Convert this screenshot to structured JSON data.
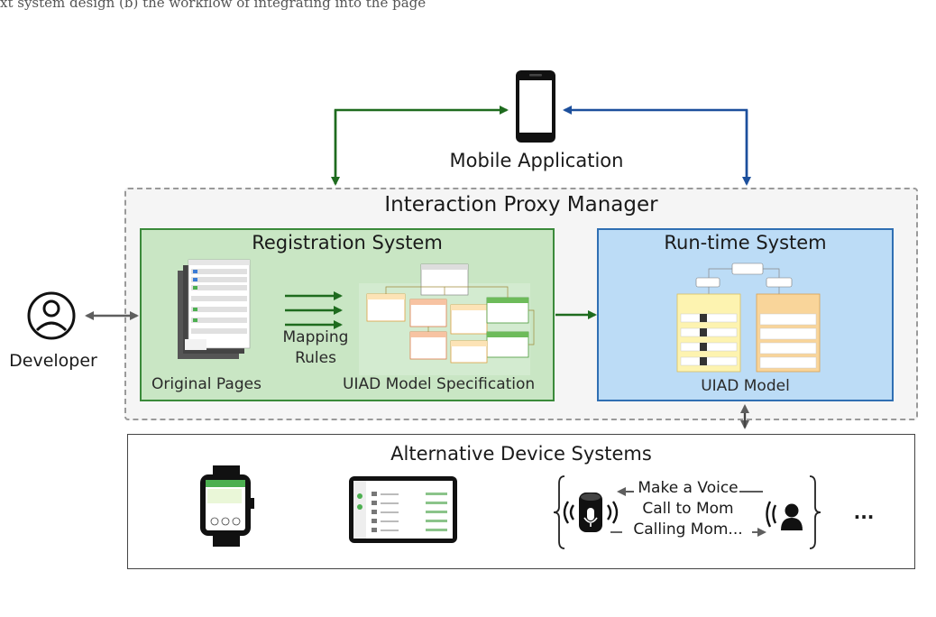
{
  "caption_fragment": "xt system design (b) the workflow of integrating into the page",
  "mobile_application": "Mobile Application",
  "interaction_proxy_manager": "Interaction Proxy Manager",
  "registration_system": {
    "title": "Registration System",
    "original_pages": "Original Pages",
    "mapping_rules_line1": "Mapping",
    "mapping_rules_line2": "Rules",
    "uiad_spec": "UIAD Model Specification"
  },
  "runtime_system": {
    "title": "Run-time System",
    "uiad_model": "UIAD Model"
  },
  "developer": "Developer",
  "alternative_device_systems": {
    "title": "Alternative Device Systems",
    "voice_line1": "Make a Voice",
    "voice_line2": "Call to Mom",
    "voice_line3": "Calling Mom...",
    "ellipsis": "..."
  },
  "colors": {
    "green_arrow": "#1e6b1e",
    "blue_arrow": "#1c4f9c",
    "gray_arrow": "#6a6a6a",
    "registration_fill": "#c9e6c4",
    "runtime_fill": "#bcdcf6"
  }
}
